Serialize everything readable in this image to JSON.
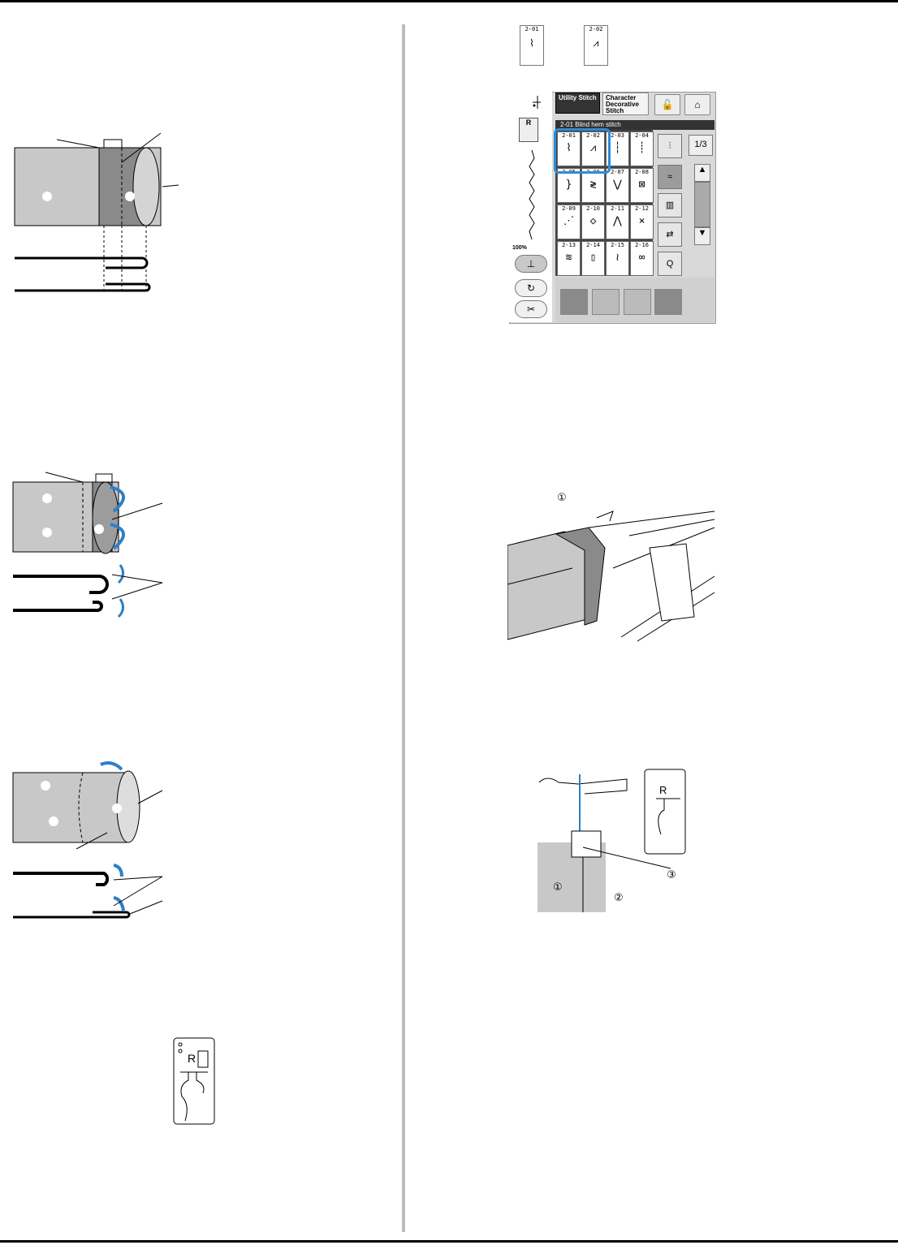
{
  "panel": {
    "tab_utility": "Utility Stitch",
    "tab_character": "Character Decorative Stitch",
    "stitch_name_bar": "2-01 Blind hem stitch",
    "zoom": "100%",
    "page_indicator": "1/3",
    "stitch_codes": [
      "2-01",
      "2-02",
      "2-03",
      "2-04",
      "2-05",
      "2-06",
      "2-07",
      "2-08",
      "2-09",
      "2-10",
      "2-11",
      "2-12",
      "2-13",
      "2-14",
      "2-15",
      "2-16"
    ],
    "selected_codes": [
      "2-01",
      "2-02"
    ],
    "foot_letter": "R"
  },
  "top_icons": {
    "left_code": "2-01",
    "right_code": "2-02"
  },
  "presser_foot_letter": "R",
  "callouts": {
    "c1": "①",
    "c2": "②",
    "c3": "③"
  }
}
